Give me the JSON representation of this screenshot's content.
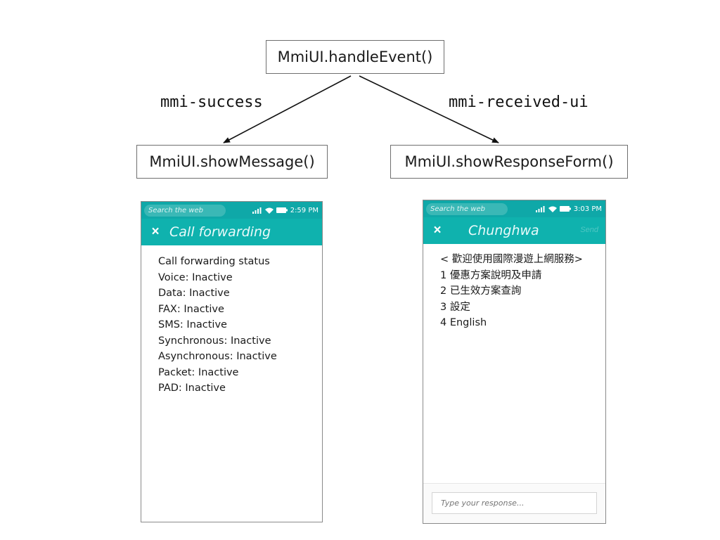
{
  "diagram": {
    "nodes": {
      "handle_event": "MmiUI.handleEvent()",
      "show_message": "MmiUI.showMessage()",
      "show_response_form": "MmiUI.showResponseForm()"
    },
    "edges": {
      "success": "mmi-success",
      "received_ui": "mmi-received-ui"
    }
  },
  "phone_left": {
    "status": {
      "search_placeholder": "Search the web",
      "time": "2:59 PM"
    },
    "header": {
      "title": "Call forwarding",
      "close_icon": "×"
    },
    "lines": [
      "Call forwarding status",
      "Voice: Inactive",
      "Data: Inactive",
      "FAX: Inactive",
      "SMS: Inactive",
      "Synchronous: Inactive",
      "Asynchronous: Inactive",
      "Packet: Inactive",
      "PAD: Inactive"
    ]
  },
  "phone_right": {
    "status": {
      "search_placeholder": "Search the web",
      "time": "3:03 PM"
    },
    "header": {
      "title": "Chunghwa",
      "close_icon": "×",
      "send_label": "Send"
    },
    "lines": [
      "< 歡迎使用國際漫遊上網服務>",
      "1 優惠方案說明及申請",
      "2 已生效方案查詢",
      "3 設定",
      "4 English"
    ],
    "response_placeholder": "Type your response..."
  },
  "icons": [
    "close-icon",
    "signal-icon",
    "wifi-icon",
    "battery-icon"
  ],
  "colors": {
    "header": "#0fb2ae",
    "status_bar": "#0fa8a8",
    "border": "#6f6f6f"
  }
}
